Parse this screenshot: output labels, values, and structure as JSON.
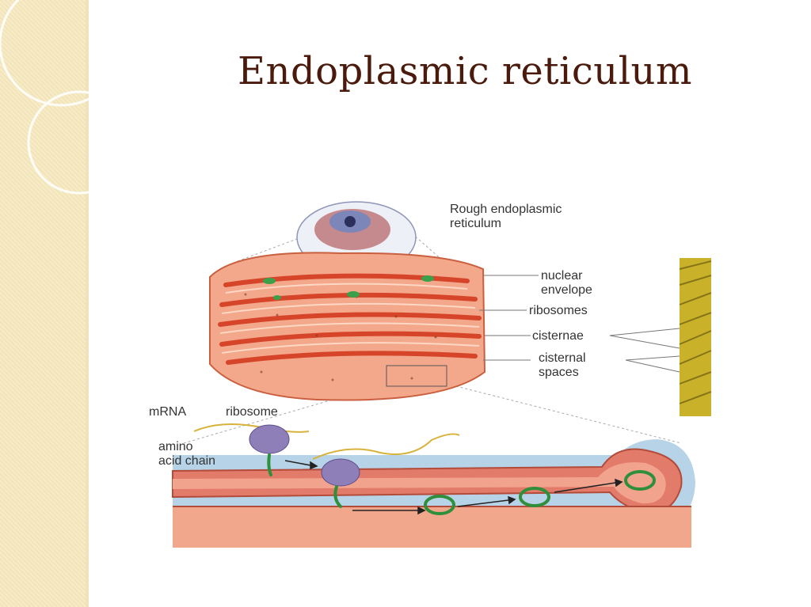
{
  "slide": {
    "title": "Endoplasmic reticulum"
  },
  "diagram": {
    "labels": {
      "rough_er": [
        "Rough endoplasmic",
        "reticulum"
      ],
      "nuclear_envelope": [
        "nuclear",
        "envelope"
      ],
      "ribosomes": "ribosomes",
      "cisternae": "cisternae",
      "cisternal_spaces": [
        "cisternal",
        "spaces"
      ],
      "mrna": "mRNA",
      "ribosome": "ribosome",
      "amino_acid_chain": [
        "amino",
        "acid chain"
      ]
    },
    "icons": [
      "sidebar-circle-ornament-icon",
      "cell-nucleus-icon",
      "ribosome-icon",
      "protein-icon",
      "arrow-icon"
    ]
  }
}
